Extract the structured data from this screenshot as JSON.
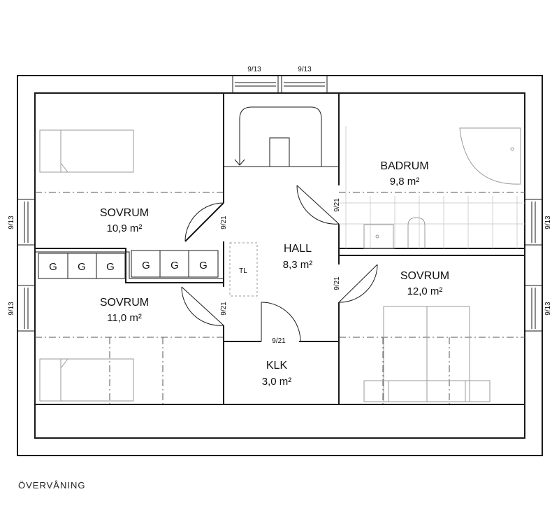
{
  "rooms": {
    "sovrum_nw": {
      "name": "SOVRUM",
      "area": "10,9 m²"
    },
    "sovrum_sw": {
      "name": "SOVRUM",
      "area": "11,0 m²"
    },
    "hall": {
      "name": "HALL",
      "area": "8,3 m²"
    },
    "badrum": {
      "name": "BADRUM",
      "area": "9,8 m²"
    },
    "sovrum_e": {
      "name": "SOVRUM",
      "area": "12,0 m²"
    },
    "klk": {
      "name": "KLK",
      "area": "3,0 m²"
    }
  },
  "wardrobes": [
    "G",
    "G",
    "G",
    "G",
    "G",
    "G"
  ],
  "fixtures": {
    "tl": "TL"
  },
  "dimensions": {
    "window_top_1": "9/13",
    "window_top_2": "9/13",
    "window_left_1": "9/13",
    "window_left_2": "9/13",
    "window_right_1": "9/13",
    "window_right_2": "9/13",
    "door_sovrum_nw": "9/21",
    "door_sovrum_sw": "9/21",
    "door_badrum": "9/21",
    "door_sovrum_e": "9/21",
    "door_klk": "9/21"
  },
  "caption": "ÖVERVÅNING"
}
